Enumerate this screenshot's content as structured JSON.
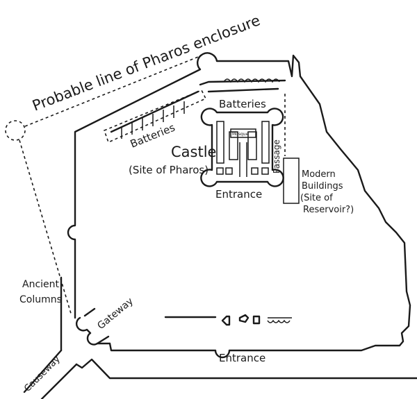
{
  "title": "Probable line of Pharos enclosure",
  "labels": {
    "batteries_upper": "Batteries",
    "batteries_lower": "Batteries",
    "castle": "Castle",
    "site_of_pharos": "(Site of Pharos)",
    "castle_entrance": "Entrance",
    "mosque": "Mosque",
    "passage": "Passage",
    "modern_buildings_1": "Modern",
    "modern_buildings_2": "Buildings",
    "modern_buildings_3": "(Site of",
    "modern_buildings_4": "Reservoir?)",
    "ancient_columns_1": "Ancient",
    "ancient_columns_2": "Columns",
    "gateway": "Gateway",
    "causeway": "Causeway",
    "south_entrance": "Entrance"
  },
  "colors": {
    "ink": "#1a1a1a",
    "paper": "#ffffff"
  }
}
